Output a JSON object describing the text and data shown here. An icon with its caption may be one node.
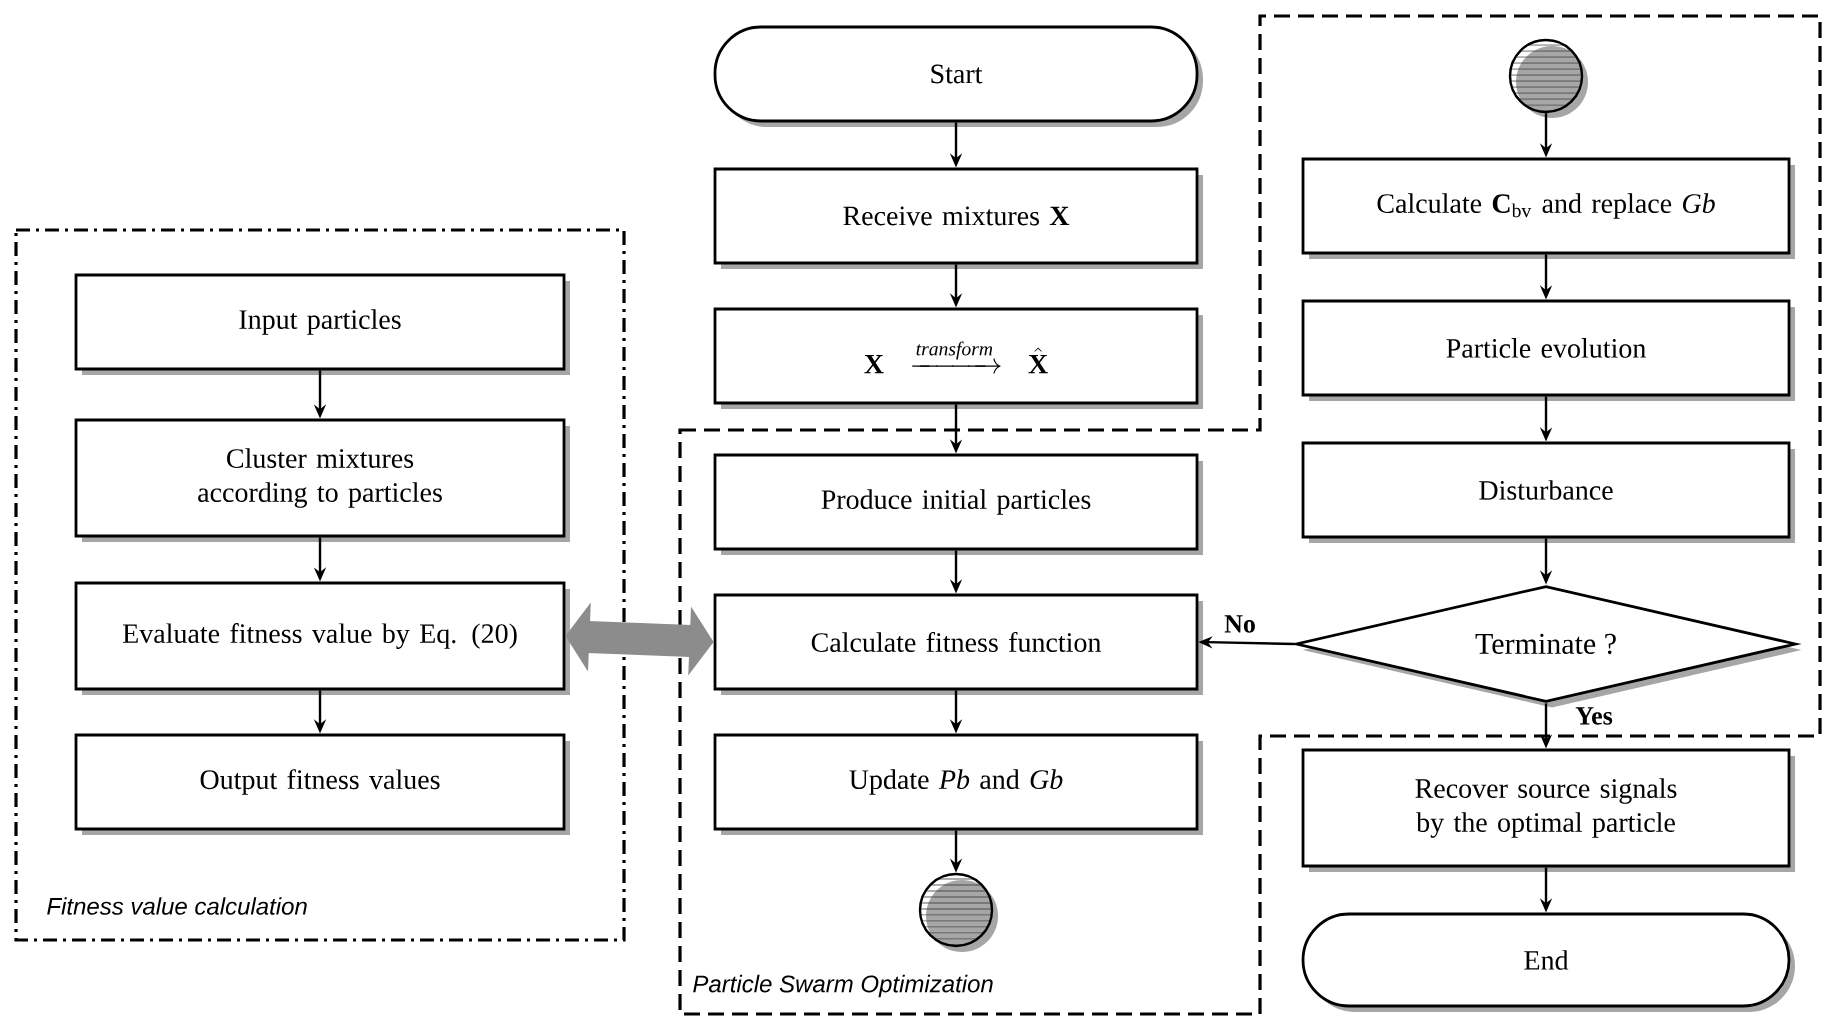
{
  "diagram": {
    "nodes": [
      {
        "text": [
          "Fitness value calculation"
        ]
      },
      {
        "text": [
          "Input particles"
        ],
        "in": 0
      },
      {
        "text": [
          "Cluster mixtures according to particles"
        ],
        "in": 0
      },
      {
        "text": [
          "Evaluate fitness value by Eq. (20)"
        ],
        "in": 0
      },
      {
        "text": [
          "Output fitness values"
        ],
        "in": 0
      },
      {
        "text": [
          "Start"
        ]
      },
      {
        "text": [
          "Receive mixtures **X**"
        ]
      },
      {
        "text": [
          "\\mathbf{X} \\xrightarrow{\\mathit{transform}} \\hat{\\mathbf{X}}"
        ]
      },
      {
        "text": [
          "Particle Swarm Optimization"
        ]
      },
      {
        "text": [
          "Produce initial particles"
        ],
        "in": 8
      },
      {
        "text": [
          "Calculate fitness function"
        ],
        "in": 8
      },
      {
        "text": [
          "Update *Pb* and *Gb*"
        ],
        "in": 8
      },
      {
        "text": [],
        "shape": "circle",
        "in": 8
      },
      {
        "text": [],
        "shape": "circle",
        "in": 8
      },
      {
        "text": [
          "Calculate **C**$_{bv}$ and replace *Gb*"
        ],
        "in": 8
      },
      {
        "text": [
          "Particle evolution"
        ],
        "in": 8
      },
      {
        "text": [
          "Disturbance"
        ],
        "in": 8
      },
      {
        "text": [
          "Terminate ?"
        ],
        "in": 8
      },
      {
        "text": [
          "Recover source signals by the optimal particle"
        ]
      },
      {
        "text": [
          "End"
        ]
      }
    ],
    "edges": [
      {
        "from": 1,
        "to": 2,
        "arrow": "to"
      },
      {
        "from": 2,
        "to": 3,
        "arrow": "to"
      },
      {
        "from": 3,
        "to": 4,
        "arrow": "to"
      },
      {
        "from": 3,
        "to": 10,
        "arrow": "both",
        "style": "thick",
        "color": "#8c8c8c"
      },
      {
        "from": 5,
        "to": 6,
        "arrow": "to"
      },
      {
        "from": 6,
        "to": 7,
        "arrow": "to"
      },
      {
        "from": 7,
        "to": 9,
        "arrow": "to"
      },
      {
        "from": 9,
        "to": 10,
        "arrow": "to"
      },
      {
        "from": 10,
        "to": 11,
        "arrow": "to"
      },
      {
        "from": 11,
        "to": 12,
        "arrow": "to"
      },
      {
        "from": 13,
        "to": 14,
        "arrow": "to"
      },
      {
        "from": 14,
        "to": 15,
        "arrow": "to"
      },
      {
        "from": 15,
        "to": 16,
        "arrow": "to"
      },
      {
        "from": 16,
        "to": 17,
        "arrow": "to"
      },
      {
        "from": 17,
        "to": 10,
        "arrow": "to",
        "label": "No"
      },
      {
        "from": 17,
        "to": 18,
        "arrow": "to",
        "label": "Yes"
      },
      {
        "from": 18,
        "to": 19,
        "arrow": "to"
      }
    ]
  }
}
